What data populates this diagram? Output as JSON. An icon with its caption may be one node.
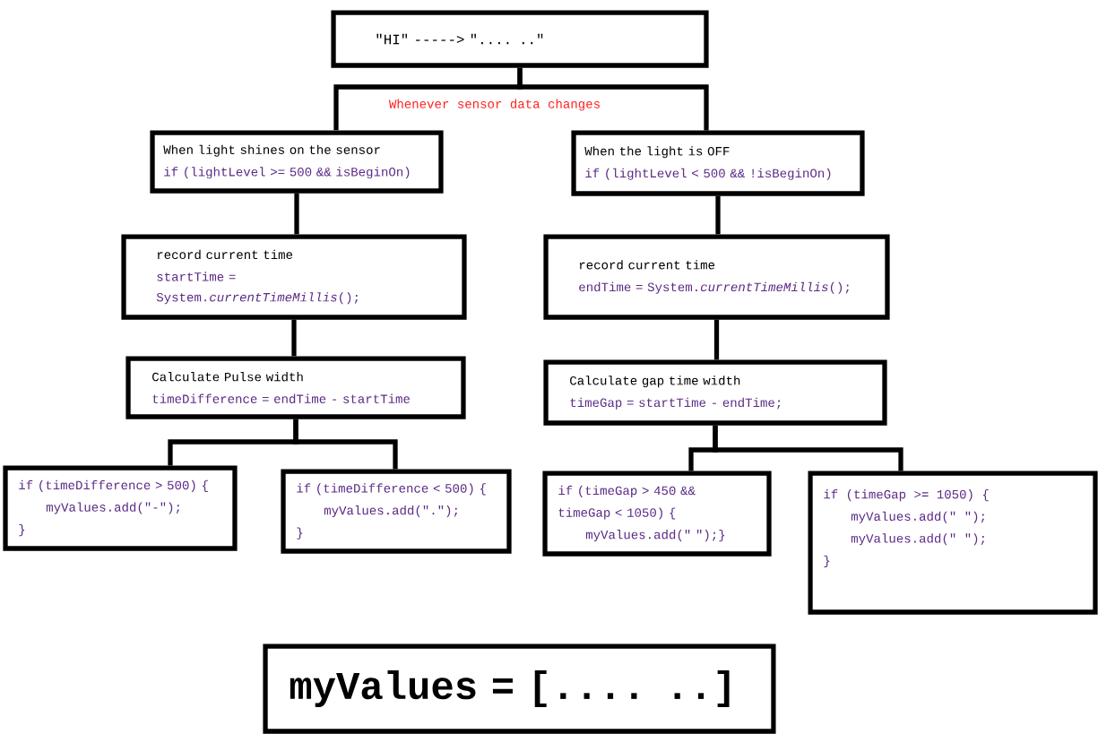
{
  "diagram": {
    "nodes": [
      {
        "text": [
          "\"HI\" -----> \".... ..\""
        ]
      },
      {
        "text": [
          "When light shines on the sensor",
          "if (lightLevel >= 500 && isBeginOn)"
        ]
      },
      {
        "text": [
          "When the light is OFF",
          "if (lightLevel < 500 && !isBeginOn)"
        ]
      },
      {
        "text": [
          "record current time",
          "startTime = System.*currentTimeMillis*();"
        ]
      },
      {
        "text": [
          "record current time",
          "endTime = System.*currentTimeMillis*();"
        ]
      },
      {
        "text": [
          "Calculate Pulse width",
          "timeDifference = endTime - startTime"
        ]
      },
      {
        "text": [
          "Calculate gap time width",
          "timeGap = startTime - endTime;"
        ]
      },
      {
        "text": [
          "if (timeDifference > 500) {",
          "myValues.add(\"-\");",
          "}"
        ]
      },
      {
        "text": [
          "if (timeDifference < 500) {",
          "myValues.add(\".\");",
          "}"
        ]
      },
      {
        "text": [
          "if (timeGap > 450 &&",
          "timeGap < 1050) {",
          "myValues.add(\" \");}"
        ]
      },
      {
        "text": [
          "if (timeGap >= 1050) {",
          "myValues.add(\" \");",
          "myValues.add(\" \");",
          "}"
        ]
      },
      {
        "text": [
          "myValues = [.... ..]"
        ]
      }
    ],
    "edges": [
      {
        "from": 0,
        "to": 1,
        "arrow": "none",
        "label": "Whenever sensor data  changes"
      },
      {
        "from": 0,
        "to": 2,
        "arrow": "none"
      },
      {
        "from": 1,
        "to": 3,
        "arrow": "none"
      },
      {
        "from": 2,
        "to": 4,
        "arrow": "none"
      },
      {
        "from": 3,
        "to": 5,
        "arrow": "none"
      },
      {
        "from": 4,
        "to": 6,
        "arrow": "none"
      },
      {
        "from": 5,
        "to": 7,
        "arrow": "none"
      },
      {
        "from": 5,
        "to": 8,
        "arrow": "none"
      },
      {
        "from": 6,
        "to": 9,
        "arrow": "none"
      },
      {
        "from": 6,
        "to": 10,
        "arrow": "none"
      }
    ]
  }
}
